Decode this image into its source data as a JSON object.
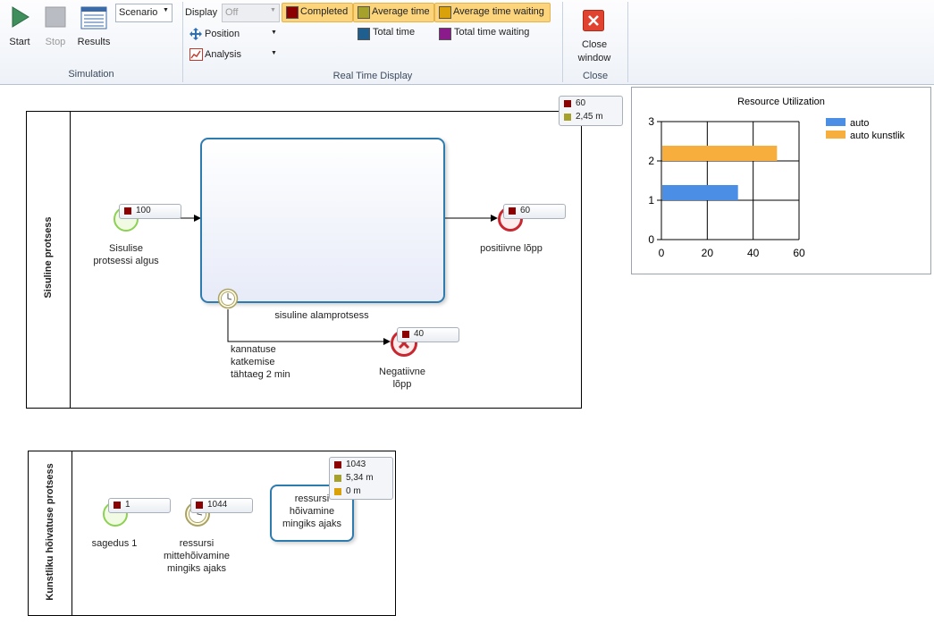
{
  "ribbon": {
    "simulation": {
      "group_label": "Simulation",
      "start_label": "Start",
      "stop_label": "Stop",
      "results_label": "Results",
      "scenario_value": "Scenario"
    },
    "realtime": {
      "group_label": "Real Time Display",
      "display_label": "Display",
      "display_value": "Off",
      "position_label": "Position",
      "analysis_label": "Analysis",
      "legend": [
        {
          "label": "Completed",
          "color": "#8b0000",
          "active": true
        },
        {
          "label": "Average time",
          "color": "#a6a12a",
          "active": true
        },
        {
          "label": "Average time waiting",
          "color": "#d9a20a",
          "active": true
        },
        {
          "label": "Total time",
          "color": "#1f5f8f",
          "active": false
        },
        {
          "label": "Total time waiting",
          "color": "#8b1a8b",
          "active": false
        }
      ]
    },
    "close": {
      "group_label": "Close",
      "close_line1": "Close",
      "close_line2": "window"
    }
  },
  "diagram": {
    "pool1": {
      "title": "Sisuline protsess",
      "pool_stats": [
        "60",
        "2,45 m"
      ],
      "start_event": {
        "label": "Sisulise\nprotsessi algus",
        "count": "100"
      },
      "subprocess": {
        "label": "sisuline alamprotsess"
      },
      "end_positive": {
        "label": "positiivne lõpp",
        "count": "60"
      },
      "boundary_timer": {
        "label": "kannatuse\nkatkemise\ntähtaeg 2 min"
      },
      "end_negative": {
        "label": "Negatiivne\nlõpp",
        "count": "40"
      }
    },
    "pool2": {
      "title": "Kunstliku hõivatuse protsess",
      "start_event": {
        "label": "sagedus 1",
        "count": "1"
      },
      "timer_event": {
        "label": "ressursi\nmittehõivamine\nmingiks ajaks",
        "count": "1044"
      },
      "task": {
        "label": "ressursi\nhõivamine\nmingiks ajaks",
        "stats": [
          "1043",
          "5,34 m",
          "0 m"
        ]
      }
    }
  },
  "chart_data": {
    "type": "bar",
    "orientation": "horizontal",
    "title": "Resource Utilization",
    "categories": [
      "1",
      "2"
    ],
    "series": [
      {
        "name": "auto",
        "color": "#4a8ee6",
        "values": [
          33,
          0
        ]
      },
      {
        "name": "auto kunstlik",
        "color": "#f8ae3c",
        "values": [
          0,
          50
        ]
      }
    ],
    "xlim": [
      0,
      60
    ],
    "xticks": [
      "0",
      "20",
      "40",
      "60"
    ],
    "ylim": [
      0,
      3
    ],
    "yticks": [
      "0",
      "1",
      "2",
      "3"
    ],
    "grid": true,
    "legend_position": "right"
  }
}
